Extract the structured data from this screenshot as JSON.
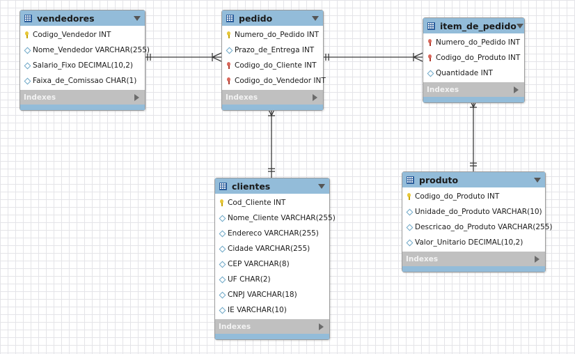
{
  "tables": [
    {
      "id": "vendedores",
      "title": "vendedores",
      "indexes_label": "Indexes",
      "columns": [
        {
          "key": "pk",
          "label": "Codigo_Vendedor INT"
        },
        {
          "key": "attr",
          "label": "Nome_Vendedor VARCHAR(255)"
        },
        {
          "key": "attr",
          "label": "Salario_Fixo DECIMAL(10,2)"
        },
        {
          "key": "attr",
          "label": "Faixa_de_Comissao CHAR(1)"
        }
      ]
    },
    {
      "id": "pedido",
      "title": "pedido",
      "indexes_label": "Indexes",
      "columns": [
        {
          "key": "pk",
          "label": "Numero_do_Pedido INT"
        },
        {
          "key": "attr",
          "label": "Prazo_de_Entrega INT"
        },
        {
          "key": "fk",
          "label": "Codigo_do_Cliente INT"
        },
        {
          "key": "fk",
          "label": "Codigo_do_Vendedor INT"
        }
      ]
    },
    {
      "id": "item_de_pedido",
      "title": "item_de_pedido",
      "indexes_label": "Indexes",
      "columns": [
        {
          "key": "fk",
          "label": "Numero_do_Pedido INT"
        },
        {
          "key": "fk",
          "label": "Codigo_do_Produto INT"
        },
        {
          "key": "attr",
          "label": "Quantidade INT"
        }
      ]
    },
    {
      "id": "clientes",
      "title": "clientes",
      "indexes_label": "Indexes",
      "columns": [
        {
          "key": "pk",
          "label": "Cod_Cliente INT"
        },
        {
          "key": "attr",
          "label": "Nome_Cliente VARCHAR(255)"
        },
        {
          "key": "attr",
          "label": "Endereco VARCHAR(255)"
        },
        {
          "key": "attr",
          "label": "Cidade VARCHAR(255)"
        },
        {
          "key": "attr",
          "label": "CEP VARCHAR(8)"
        },
        {
          "key": "attr",
          "label": "UF CHAR(2)"
        },
        {
          "key": "attr",
          "label": "CNPJ VARCHAR(18)"
        },
        {
          "key": "attr",
          "label": "IE VARCHAR(10)"
        }
      ]
    },
    {
      "id": "produto",
      "title": "produto",
      "indexes_label": "Indexes",
      "columns": [
        {
          "key": "pk",
          "label": "Codigo_do_Produto INT"
        },
        {
          "key": "attr",
          "label": "Unidade_do_Produto VARCHAR(10)"
        },
        {
          "key": "attr",
          "label": "Descricao_do_Produto VARCHAR(255)"
        },
        {
          "key": "attr",
          "label": "Valor_Unitario DECIMAL(10,2)"
        }
      ]
    }
  ],
  "relationships": [
    {
      "from": "vendedores",
      "to": "pedido",
      "from_end": "one",
      "to_end": "many"
    },
    {
      "from": "pedido",
      "to": "item_de_pedido",
      "from_end": "one",
      "to_end": "many"
    },
    {
      "from": "clientes",
      "to": "pedido",
      "from_end": "one",
      "to_end": "many"
    },
    {
      "from": "produto",
      "to": "item_de_pedido",
      "from_end": "one",
      "to_end": "many"
    }
  ],
  "colors": {
    "header": "#93bcd9",
    "indexes_bar": "#c0c0c0",
    "connector": "#3a3a3a",
    "primary_key": "#e8c838",
    "foreign_key": "#d9675a"
  }
}
